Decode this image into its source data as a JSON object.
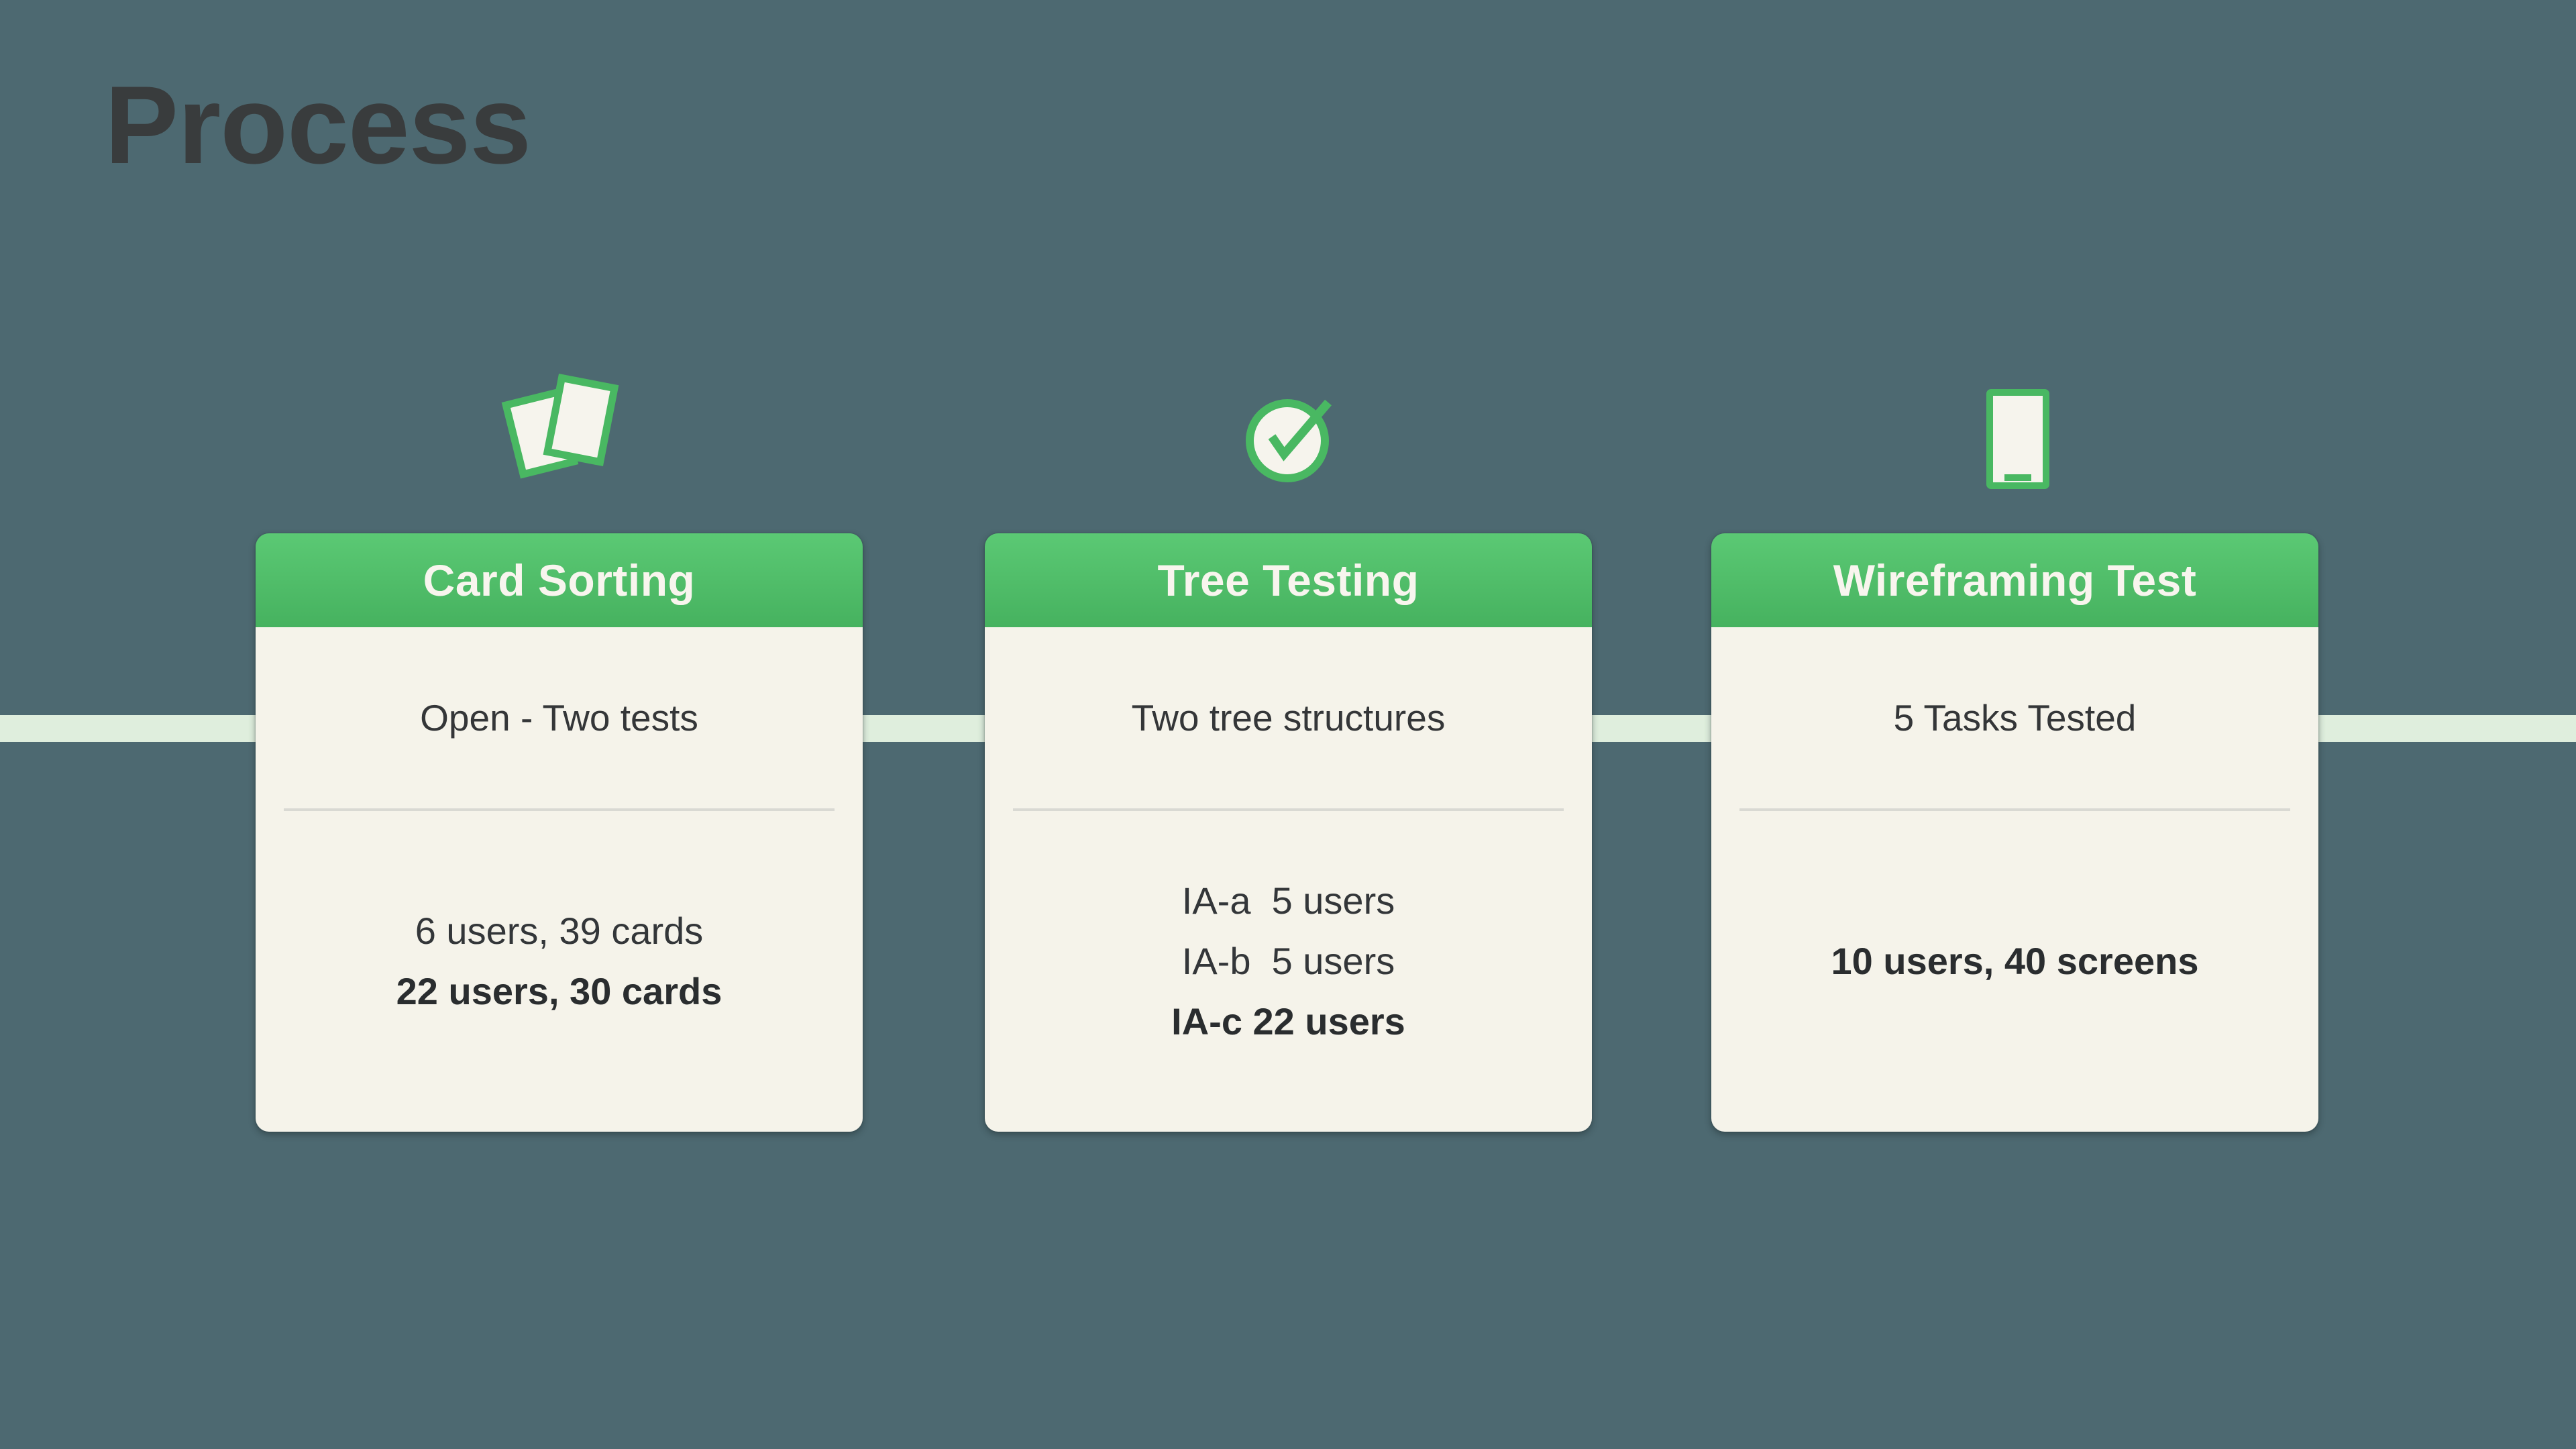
{
  "slide": {
    "title": "Process"
  },
  "cards": [
    {
      "icon": "card-sorting-icon",
      "title": "Card Sorting",
      "subtitle": "Open - Two tests",
      "stats": [
        {
          "text": "6 users, 39 cards",
          "bold": false
        },
        {
          "text": "22 users, 30 cards",
          "bold": true
        }
      ]
    },
    {
      "icon": "check-circle-icon",
      "title": "Tree Testing",
      "subtitle": "Two tree structures",
      "stats": [
        {
          "text": "IA-a  5 users",
          "bold": false
        },
        {
          "text": "IA-b  5 users",
          "bold": false
        },
        {
          "text": "IA-c 22 users",
          "bold": true
        }
      ]
    },
    {
      "icon": "phone-icon",
      "title": "Wireframing Test",
      "subtitle": "5 Tasks Tested",
      "stats": [
        {
          "text": "10 users, 40 screens",
          "bold": true
        }
      ]
    }
  ],
  "colors": {
    "background": "#4d6971",
    "timeline_band": "#dfeedd",
    "header_green_top": "#5bc974",
    "header_green_bottom": "#46b25f",
    "icon_green": "#49b862",
    "card_body": "#f5f3ea",
    "header_text": "#f8f5ee",
    "body_text": "#333639",
    "divider": "#d9d9d3"
  }
}
